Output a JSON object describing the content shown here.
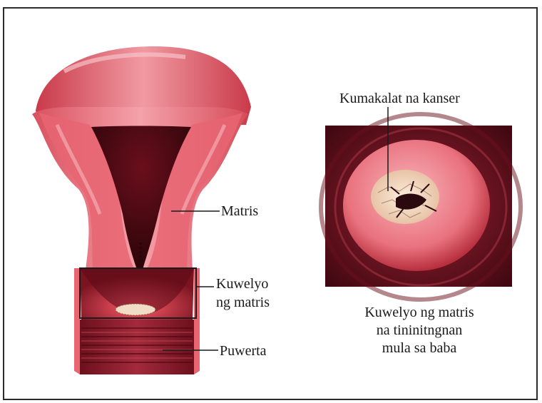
{
  "labels": {
    "spreading_cancer": "Kumakalat na kanser",
    "uterus": "Matris",
    "cervix_line1": "Kuwelyo",
    "cervix_line2": "ng matris",
    "vagina": "Puwerta"
  },
  "caption": {
    "line1": "Kuwelyo ng matris",
    "line2": "na tininitngnan",
    "line3": "mula sa baba"
  },
  "colors": {
    "tissue_light": "#f08a93",
    "tissue_mid": "#e0505e",
    "tissue_dark": "#7a1420",
    "cavity": "#3d0810",
    "tumor": "#f1dcc6",
    "background_dark": "#5a0c16"
  }
}
